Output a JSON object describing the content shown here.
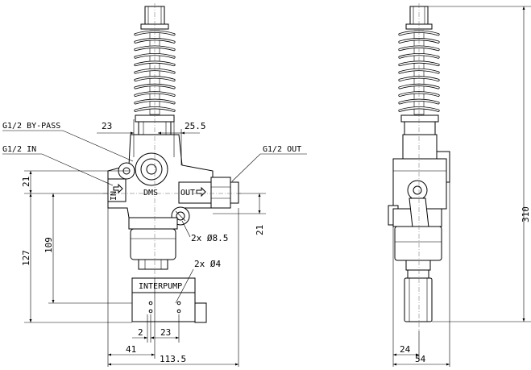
{
  "labels": {
    "bypass": "G1/2  BY-PASS",
    "in": "G1/2  IN",
    "out": "G1/2  OUT",
    "holes_8_5": "2x Ø8.5",
    "holes_4": "2x Ø4",
    "port_in": "IN",
    "port_out": "OUT",
    "body_mark": "DMS",
    "brand": "INTERPUMP"
  },
  "dimensions": {
    "d23_top": "23",
    "d25_5": "25.5",
    "d21_left": "21",
    "d21_right": "21",
    "d127": "127",
    "d109": "109",
    "d2": "2",
    "d23_bottom": "23",
    "d41": "41",
    "d113_5": "113.5",
    "d310": "310",
    "d24": "24",
    "d54": "54"
  }
}
